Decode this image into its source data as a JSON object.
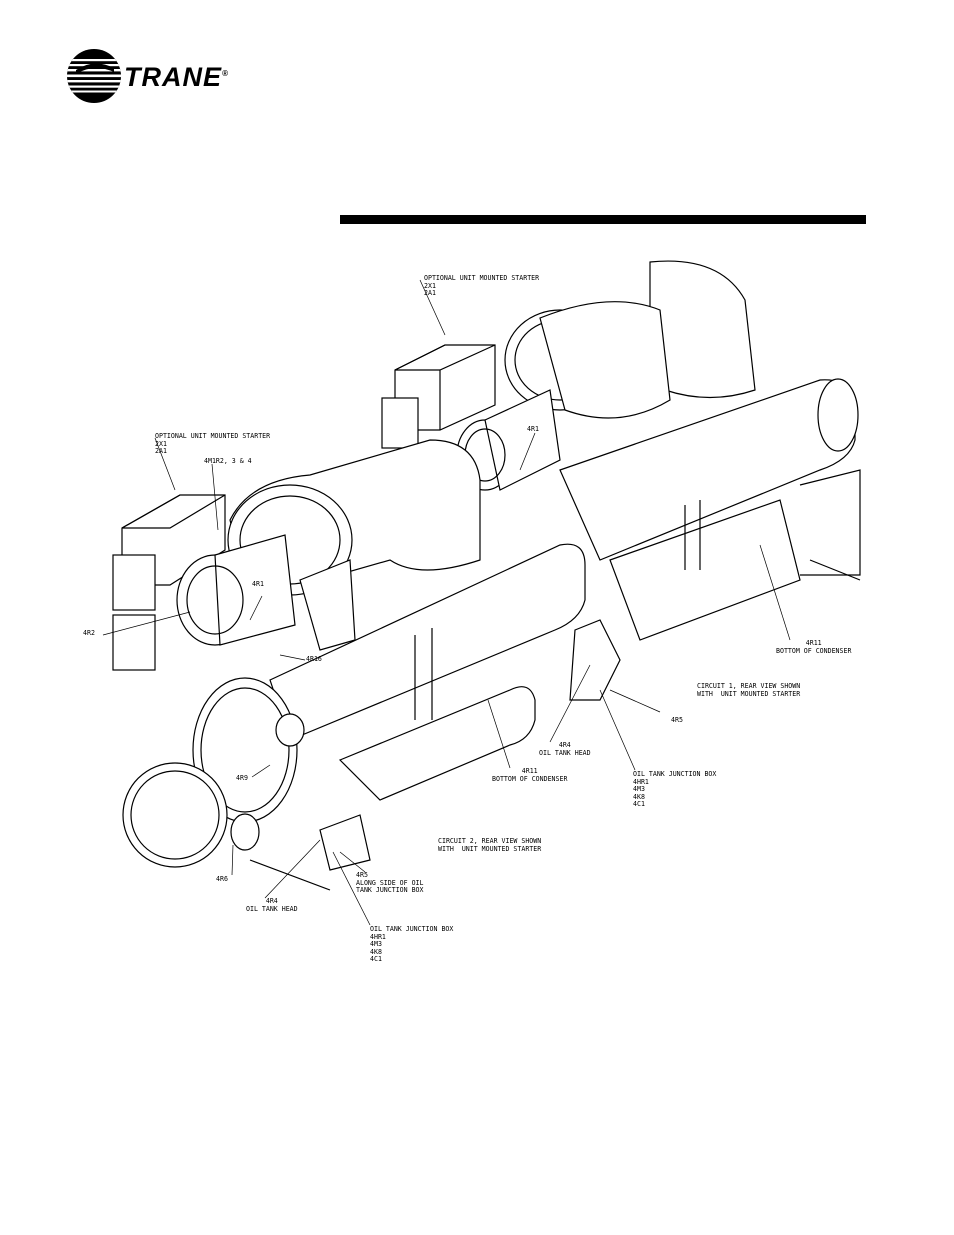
{
  "brand": {
    "name": "TRANE",
    "mark": "®"
  },
  "figure": {
    "callouts": {
      "starter_rear": "OPTIONAL UNIT MOUNTED STARTER\n2X1\n2A1",
      "starter_front": "OPTIONAL UNIT MOUNTED STARTER\n2X1\n2A1",
      "motor_rtds": "4M1R2, 3 & 4",
      "r1_rear": "4R1",
      "r1_front": "4R1",
      "r2": "4R2",
      "r16": "4R16",
      "r9": "4R9",
      "r6": "4R6",
      "r4_front": "4R4\nOIL TANK HEAD",
      "r5_front": "4R5\nALONG SIDE OF OIL\nTANK JUNCTION BOX",
      "jbox_front": "OIL TANK JUNCTION BOX\n4HR1\n4M3\n4K8\n4C1",
      "r11_front": "4R11\nBOTTOM OF CONDENSER",
      "circuit2": "CIRCUIT 2, REAR VIEW SHOWN\nWITH  UNIT MOUNTED STARTER",
      "r4_rear": "4R4\nOIL TANK HEAD",
      "r5_rear": "4R5",
      "jbox_rear": "OIL TANK JUNCTION BOX\n4HR1\n4M3\n4K8\n4C1",
      "r11_rear": "4R11\nBOTTOM OF CONDENSER",
      "circuit1": "CIRCUIT 1, REAR VIEW SHOWN\nWITH  UNIT MOUNTED STARTER"
    }
  }
}
